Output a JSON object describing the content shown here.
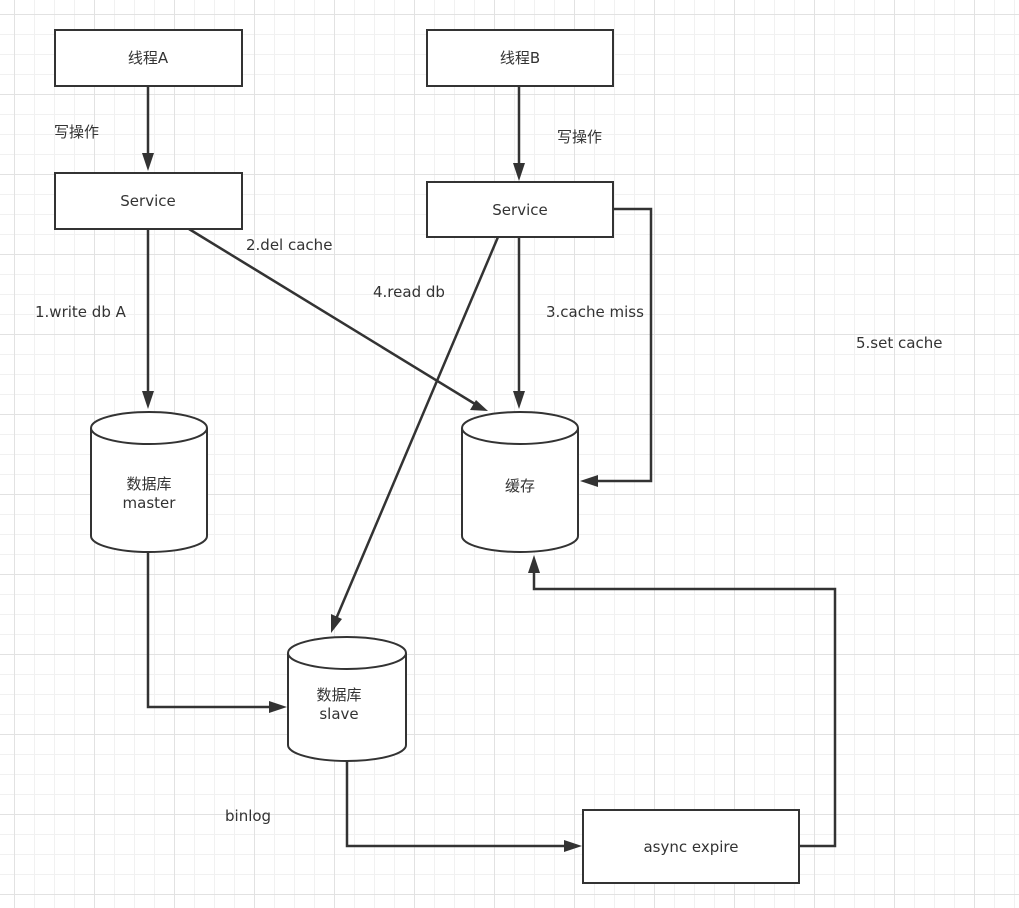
{
  "nodes": {
    "thread_a": {
      "label": "线程A"
    },
    "thread_b": {
      "label": "线程B"
    },
    "service_a": {
      "label": "Service"
    },
    "service_b": {
      "label": "Service"
    },
    "db_master": {
      "line1": "数据库",
      "line2": "master"
    },
    "cache": {
      "label": "缓存"
    },
    "db_slave": {
      "line1": "数据库",
      "line2": "slave"
    },
    "async_expire": {
      "label": "async expire"
    }
  },
  "edges": {
    "write_op_a": "写操作",
    "write_op_b": "写操作",
    "write_db": "1.write db A",
    "del_cache": "2.del cache",
    "cache_miss": "3.cache miss",
    "read_db": "4.read db",
    "set_cache": "5.set cache",
    "binlog": "binlog"
  }
}
